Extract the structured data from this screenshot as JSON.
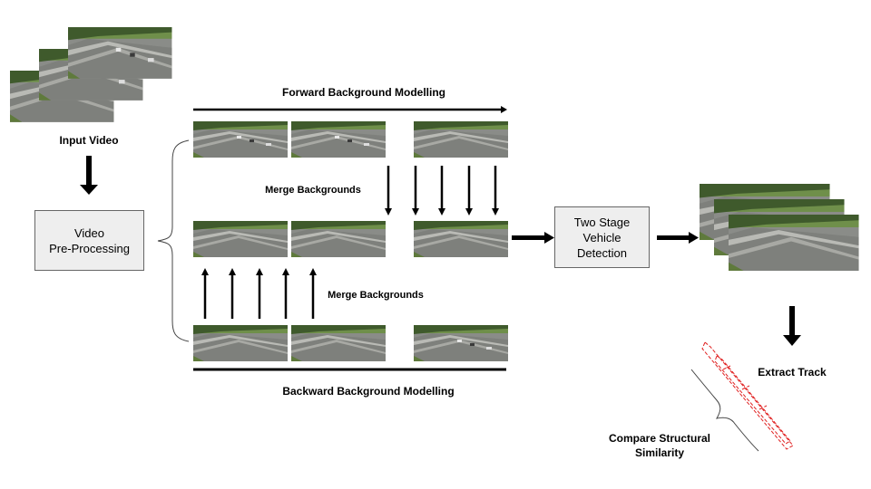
{
  "labels": {
    "input_video": "Input Video",
    "forward_modelling": "Forward Background Modelling",
    "backward_modelling": "Backward Background Modelling",
    "merge_top": "Merge Backgrounds",
    "merge_bottom": "Merge Backgrounds",
    "extract_track": "Extract Track",
    "compare_line1": "Compare Structural",
    "compare_line2": "Similarity"
  },
  "boxes": {
    "preprocessing_line1": "Video",
    "preprocessing_line2": "Pre-Processing",
    "detection_line1": "Two Stage",
    "detection_line2": "Vehicle",
    "detection_line3": "Detection"
  },
  "colors": {
    "box_fill": "#eeeeee",
    "box_border": "#666666",
    "arrow": "#000000",
    "track_outline": "#e02020",
    "road": "#8a8c88",
    "grass": "#6f8f4a",
    "trees": "#3f5a2c"
  }
}
